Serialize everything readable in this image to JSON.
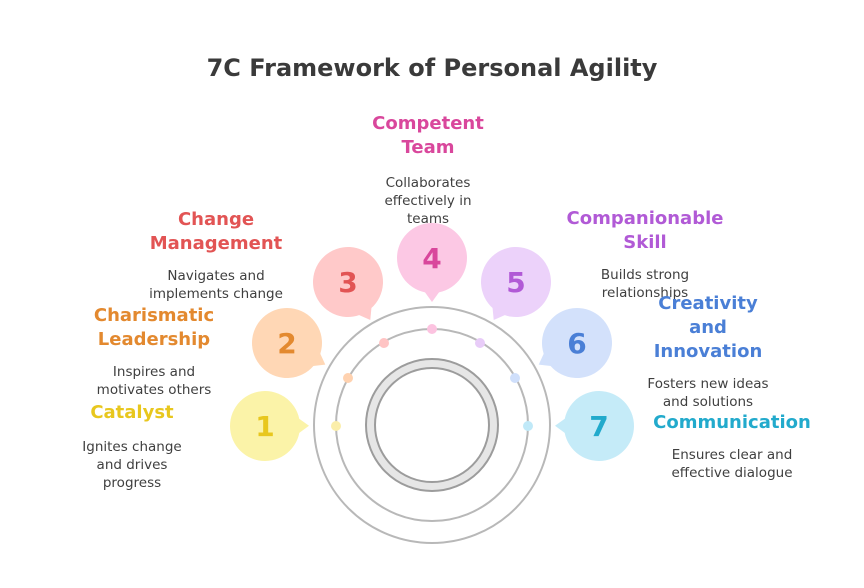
{
  "title": "7C Framework of Personal Agility",
  "items": [
    {
      "number": "1",
      "title_lines": [
        "Catalyst"
      ],
      "desc_lines": [
        "Ignites change",
        "and drives",
        "progress"
      ],
      "color": "#e8c71e",
      "fill": "#fbf3a8",
      "dot": "#fbeeaa"
    },
    {
      "number": "2",
      "title_lines": [
        "Charismatic",
        "Leadership"
      ],
      "desc_lines": [
        "Inspires and",
        "motivates others"
      ],
      "color": "#e3892f",
      "fill": "#ffd7b5",
      "dot": "#ffd2b0"
    },
    {
      "number": "3",
      "title_lines": [
        "Change",
        "Management"
      ],
      "desc_lines": [
        "Navigates and",
        "implements change"
      ],
      "color": "#e25454",
      "fill": "#ffc9c9",
      "dot": "#ffc4c4"
    },
    {
      "number": "4",
      "title_lines": [
        "Competent",
        "Team"
      ],
      "desc_lines": [
        "Collaborates",
        "effectively in",
        "teams"
      ],
      "color": "#d9479c",
      "fill": "#fcc8e4",
      "dot": "#fcc3e0"
    },
    {
      "number": "5",
      "title_lines": [
        "Companionable",
        "Skill"
      ],
      "desc_lines": [
        "Builds strong",
        "relationships"
      ],
      "color": "#b15ad6",
      "fill": "#ecd2fa",
      "dot": "#e8ccf8"
    },
    {
      "number": "6",
      "title_lines": [
        "Creativity",
        "and",
        "Innovation"
      ],
      "desc_lines": [
        "Fosters new ideas",
        "and solutions"
      ],
      "color": "#4a7fd6",
      "fill": "#d3e1fb",
      "dot": "#cfdffb"
    },
    {
      "number": "7",
      "title_lines": [
        "Communication"
      ],
      "desc_lines": [
        "Ensures clear and",
        "effective dialogue"
      ],
      "color": "#22aacc",
      "fill": "#c5ebf8",
      "dot": "#c0e9f8"
    }
  ]
}
